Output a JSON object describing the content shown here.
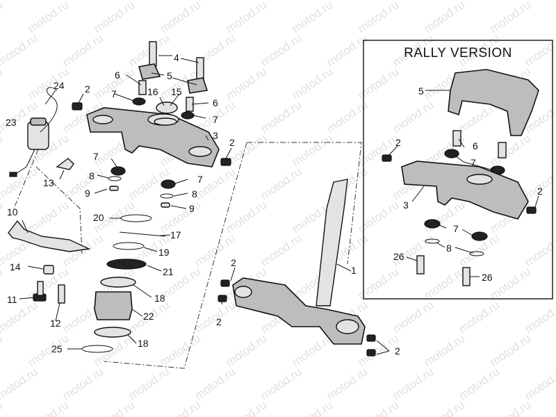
{
  "inset": {
    "title": "RALLY VERSION"
  },
  "watermark": "motod.ru",
  "callouts": {
    "c1": "1",
    "c2a": "2",
    "c2b": "2",
    "c2c": "2",
    "c2d": "2",
    "c2e": "2",
    "c2f": "2",
    "c2g": "2",
    "c2h": "2",
    "c3": "3",
    "c3r": "3",
    "c4": "4",
    "c5": "5",
    "c5r": "5",
    "c6a": "6",
    "c6b": "6",
    "c6r": "6",
    "c7a": "7",
    "c7b": "7",
    "c7c": "7",
    "c7d": "7",
    "c7e": "7",
    "c7r1": "7",
    "c7r2": "7",
    "c8a": "8",
    "c8b": "8",
    "c8r": "8",
    "c9a": "9",
    "c9b": "9",
    "c10": "10",
    "c11": "11",
    "c12": "12",
    "c13": "13",
    "c14": "14",
    "c15": "15",
    "c16": "16",
    "c17": "17",
    "c18a": "18",
    "c18b": "18",
    "c19": "19",
    "c20": "20",
    "c21": "21",
    "c22": "22",
    "c23": "23",
    "c24": "24",
    "c25": "25",
    "c26a": "26",
    "c26b": "26"
  }
}
